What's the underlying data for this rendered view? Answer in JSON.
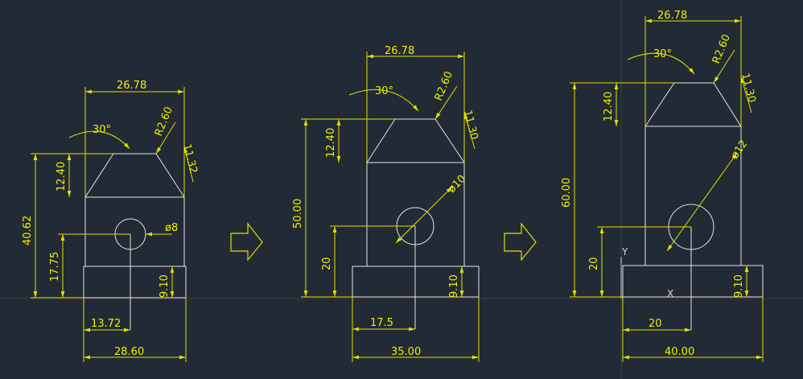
{
  "colors": {
    "background": "#222a35",
    "geometry": "#e6e6e6",
    "dimension": "#f0f000",
    "grid_axis": "#3a5a3a"
  },
  "views": [
    {
      "id": "view-1",
      "dims": {
        "top_width": "26.78",
        "chamfer_angle": "30°",
        "radius": "R2.60",
        "chamfer_small": "11.32",
        "chamfer_height": "12.40",
        "total_height": "40.62",
        "hole_height": "17.75",
        "base_height": "9.10",
        "hole_dia": "ø8",
        "hole_x": "13.72",
        "base_width": "28.60"
      }
    },
    {
      "id": "view-2",
      "dims": {
        "top_width": "26.78",
        "chamfer_angle": "30°",
        "radius": "R2.60",
        "chamfer_small": "11.30",
        "chamfer_height": "12.40",
        "total_height": "50.00",
        "hole_height": "20",
        "base_height": "9.10",
        "hole_dia": "ø10",
        "hole_x": "17.5",
        "base_width": "35.00"
      }
    },
    {
      "id": "view-3",
      "dims": {
        "top_width": "26.78",
        "chamfer_angle": "30°",
        "radius": "R2.60",
        "chamfer_small": "11.30",
        "chamfer_height": "12.40",
        "total_height": "60.00",
        "hole_height": "20",
        "base_height": "9.10",
        "hole_dia": "ø12",
        "hole_x": "20",
        "base_width": "40.00"
      }
    }
  ],
  "ucs": {
    "y_label": "Y",
    "x_label": "X"
  }
}
